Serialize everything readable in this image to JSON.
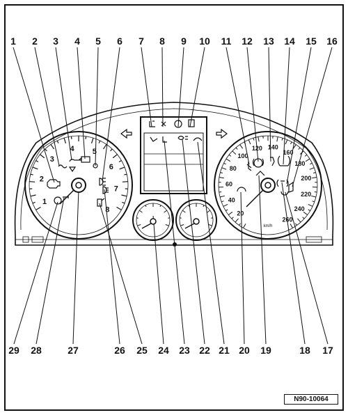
{
  "callouts_top": [
    "1",
    "2",
    "3",
    "4",
    "5",
    "6",
    "7",
    "8",
    "9",
    "10",
    "11",
    "12",
    "13",
    "14",
    "15",
    "16"
  ],
  "callouts_bottom": [
    "29",
    "28",
    "27",
    "26",
    "25",
    "24",
    "23",
    "22",
    "21",
    "20",
    "19",
    "18",
    "17"
  ],
  "tach_scale": [
    "1",
    "2",
    "3",
    "4",
    "5",
    "6",
    "7",
    "8"
  ],
  "speedo_scale": [
    "20",
    "40",
    "60",
    "80",
    "100",
    "120",
    "140",
    "160",
    "180",
    "200",
    "220",
    "240",
    "260"
  ],
  "speedo_unit": "km/h",
  "reference_number": "N90-10064"
}
